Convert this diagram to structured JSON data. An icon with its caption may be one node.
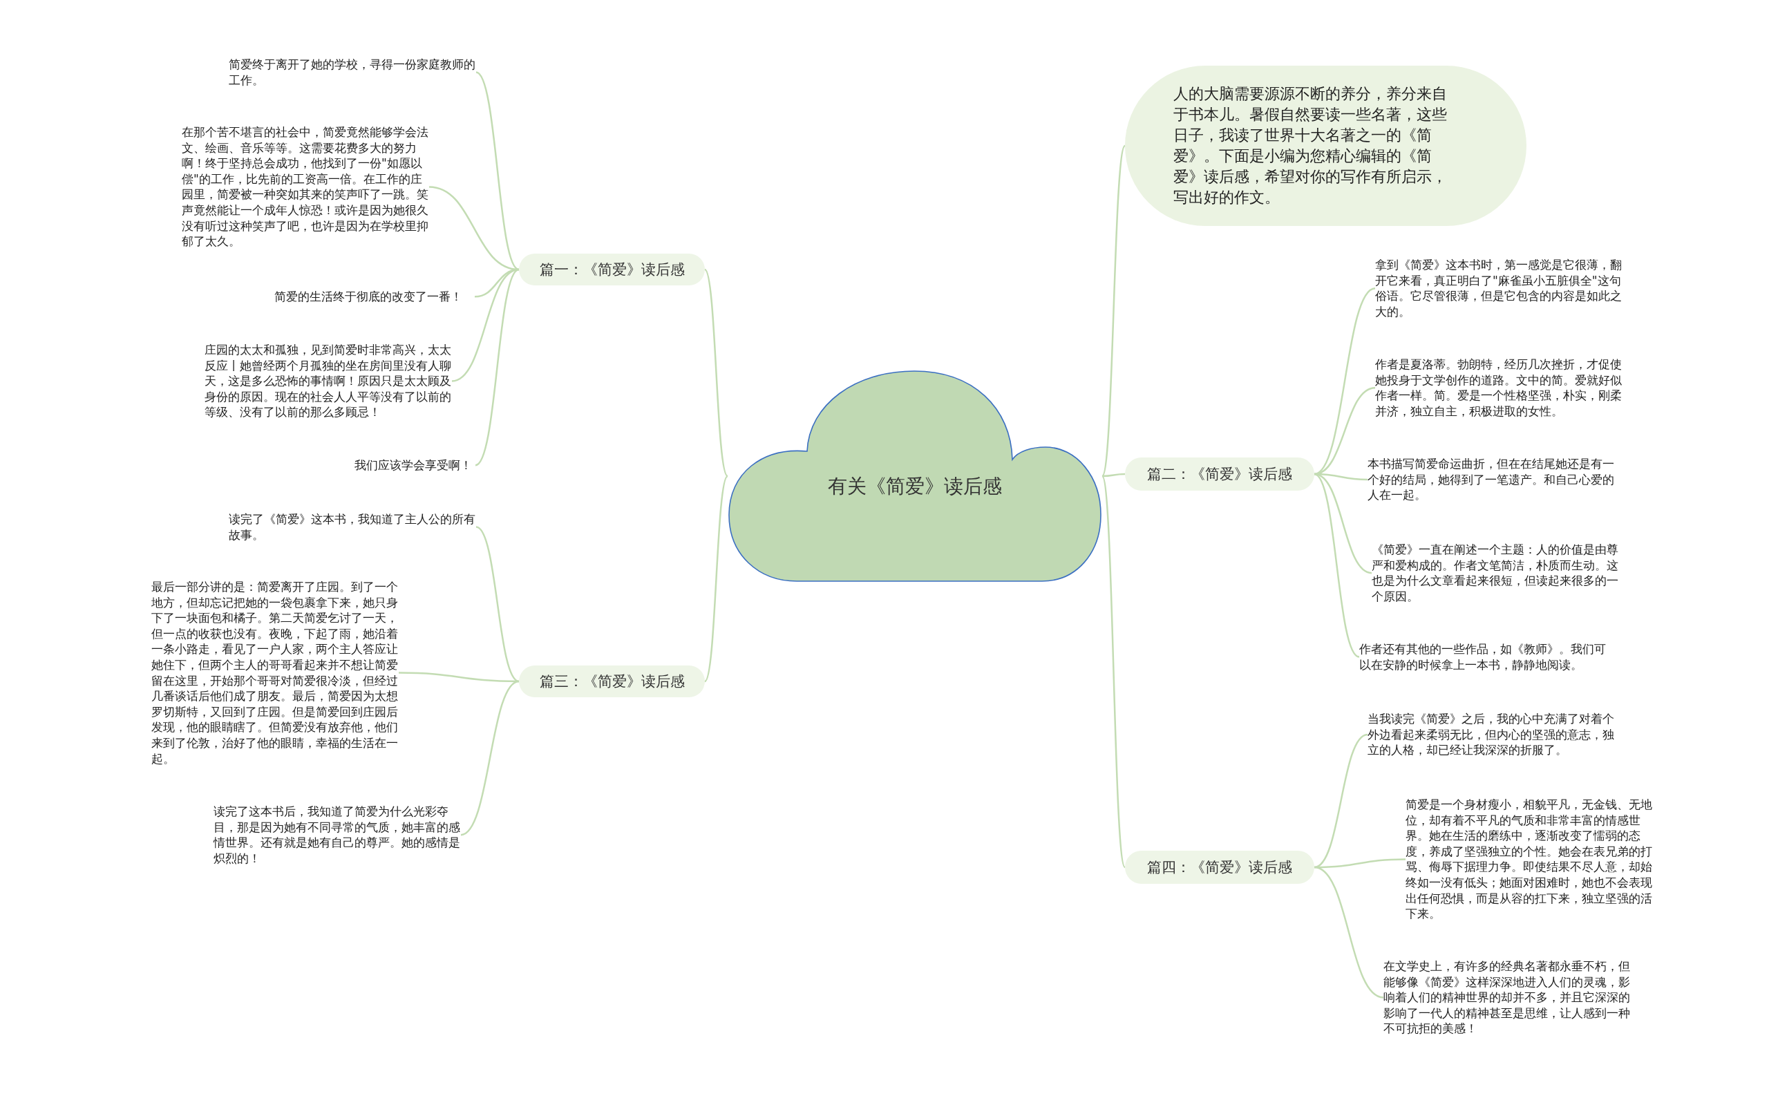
{
  "diagram": {
    "nodes": [
      {
        "text": [
          "有关《简爱》读后感"
        ]
      },
      {
        "text": [
          "篇一：《简爱》读后感"
        ]
      },
      {
        "text": [
          "简爱终于离开了她的学校，寻得一份家庭教师的工作。"
        ]
      },
      {
        "text": [
          "在那个苦不堪言的社会中，简爱竟然能够学会法文、绘画、音乐等等。这需要花费多大的努力啊！终于坚持总会成功，他找到了一份\"如愿以偿\"的工作，比先前的工资高一倍。在工作的庄园里，简爱被一种突如其来的笑声吓了一跳。笑声竟然能让一个成年人惊恐！或许是因为她很久没有听过这种笑声了吧，也许是因为在学校里抑郁了太久。"
        ]
      },
      {
        "text": [
          "简爱的生活终于彻底的改变了一番！"
        ]
      },
      {
        "text": [
          "庄园的太太和孤独，见到简爱时非常高兴，太太反应丨她曾经两个月孤独的坐在房间里没有人聊天，这是多么恐怖的事情啊！原因只是太太顾及身份的原因。现在的社会人人平等没有了以前的等级、没有了以前的那么多顾忌！"
        ]
      },
      {
        "text": [
          "我们应该学会享受啊！"
        ]
      },
      {
        "text": [
          "篇三：《简爱》读后感"
        ]
      },
      {
        "text": [
          "读完了《简爱》这本书，我知道了主人公的所有故事。"
        ]
      },
      {
        "text": [
          "最后一部分讲的是：简爱离开了庄园。到了一个地方，但却忘记把她的一袋包裹拿下来，她只身下了一块面包和橘子。第二天简爱乞讨了一天，但一点的收获也没有。夜晚，下起了雨，她沿着一条小路走，看见了一户人家，两个主人答应让她住下，但两个主人的哥哥看起来并不想让简爱留在这里，开始那个哥哥对简爱很冷淡，但经过几番谈话后他们成了朋友。最后，简爱因为太想罗切斯特，又回到了庄园。但是简爱回到庄园后发现，他的眼睛瞎了。但简爱没有放弃他，他们来到了伦敦，治好了他的眼睛，幸福的生活在一起。"
        ]
      },
      {
        "text": [
          "读完了这本书后，我知道了简爱为什么光彩夺目，那是因为她有不同寻常的气质，她丰富的感情世界。还有就是她有自己的尊严。她的感情是炽烈的！"
        ]
      },
      {
        "text": [
          "人的大脑需要源源不断的养分，养分来自于书本儿。暑假自然要读一些名著，这些日子，我读了世界十大名著之一的《简爱》。下面是小编为您精心编辑的《简爱》读后感，希望对你的写作有所启示，写出好的作文。"
        ]
      },
      {
        "text": [
          "篇二：《简爱》读后感"
        ]
      },
      {
        "text": [
          "拿到《简爱》这本书时，第一感觉是它很薄，翻开它来看，真正明白了\"麻雀虽小五脏俱全\"这句俗语。它尽管很薄，但是它包含的内容是如此之大的。"
        ]
      },
      {
        "text": [
          "作者是夏洛蒂。勃朗特，经历几次挫折，才促使她投身于文学创作的道路。文中的简。爱就好似作者一样。简。爱是一个性格坚强，朴实，刚柔并济，独立自主，积极进取的女性。"
        ]
      },
      {
        "text": [
          "本书描写简爱命运曲折，但在在结尾她还是有一个好的结局，她得到了一笔遗产。和自己心爱的人在一起。"
        ]
      },
      {
        "text": [
          "《简爱》一直在阐述一个主题：人的价值是由尊严和爱构成的。作者文笔简洁，朴质而生动。这也是为什么文章看起来很短，但读起来很多的一个原因。"
        ]
      },
      {
        "text": [
          "作者还有其他的一些作品，如《教师》。我们可以在安静的时候拿上一本书，静静地阅读。"
        ]
      },
      {
        "text": [
          "篇四：《简爱》读后感"
        ]
      },
      {
        "text": [
          "当我读完《简爱》之后，我的心中充满了对着个外边看起来柔弱无比，但内心的坚强的意志，独立的人格，却已经让我深深的折服了。"
        ]
      },
      {
        "text": [
          "简爱是一个身材瘦小，相貌平凡，无金钱、无地位，却有着不平凡的气质和非常丰富的情感世界。她在生活的磨练中，逐渐改变了懦弱的态度，养成了坚强独立的个性。她会在表兄弟的打骂、侮辱下据理力争。即使结果不尽人意，却始终如一没有低头；她面对困难时，她也不会表现出任何恐惧，而是从容的扛下来，独立坚强的活下来。"
        ]
      },
      {
        "text": [
          "在文学史上，有许多的经典名著都永垂不朽，但能够像《简爱》这样深深地进入人们的灵魂，影响着人们的精神世界的却并不多，并且它深深的影响了一代人的精神甚至是思维，让人感到一种不可抗拒的美感！"
        ]
      }
    ],
    "edges": [
      {
        "from": 0,
        "to": 1,
        "arrow": "none"
      },
      {
        "from": 1,
        "to": 2,
        "arrow": "none"
      },
      {
        "from": 1,
        "to": 3,
        "arrow": "none"
      },
      {
        "from": 1,
        "to": 4,
        "arrow": "none"
      },
      {
        "from": 1,
        "to": 5,
        "arrow": "none"
      },
      {
        "from": 1,
        "to": 6,
        "arrow": "none"
      },
      {
        "from": 0,
        "to": 7,
        "arrow": "none"
      },
      {
        "from": 7,
        "to": 8,
        "arrow": "none"
      },
      {
        "from": 7,
        "to": 9,
        "arrow": "none"
      },
      {
        "from": 7,
        "to": 10,
        "arrow": "none"
      },
      {
        "from": 0,
        "to": 11,
        "arrow": "none"
      },
      {
        "from": 0,
        "to": 12,
        "arrow": "none"
      },
      {
        "from": 12,
        "to": 13,
        "arrow": "none"
      },
      {
        "from": 12,
        "to": 14,
        "arrow": "none"
      },
      {
        "from": 12,
        "to": 15,
        "arrow": "none"
      },
      {
        "from": 12,
        "to": 16,
        "arrow": "none"
      },
      {
        "from": 12,
        "to": 17,
        "arrow": "none"
      },
      {
        "from": 0,
        "to": 18,
        "arrow": "none"
      },
      {
        "from": 18,
        "to": 19,
        "arrow": "none"
      },
      {
        "from": 18,
        "to": 20,
        "arrow": "none"
      },
      {
        "from": 18,
        "to": 21,
        "arrow": "none"
      }
    ]
  }
}
